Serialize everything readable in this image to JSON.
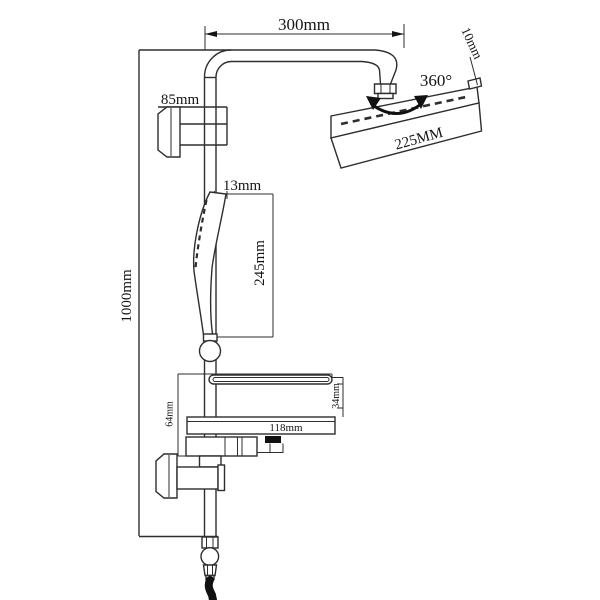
{
  "drawing": {
    "type": "technical-dimension-diagram",
    "subject": "wall-mounted shower column with overhead shower, hand shower, shelf and hose",
    "background_color": "#ffffff",
    "line_color": "#2e2e2e",
    "text_color": "#141414",
    "fill_black": "#111111",
    "dimensions": {
      "horizontal_reach": "300mm",
      "head_inlet_thickness": "10mm",
      "head_rotation": "360°",
      "head_length": "225MM",
      "top_bracket_length": "85mm",
      "hand_shower_head_width": "13mm",
      "hand_shower_length": "245mm",
      "riser_height": "1000mm",
      "shelf_side_height": "64mm",
      "bar_side_height": "34mm",
      "shelf_length": "118mm"
    }
  }
}
